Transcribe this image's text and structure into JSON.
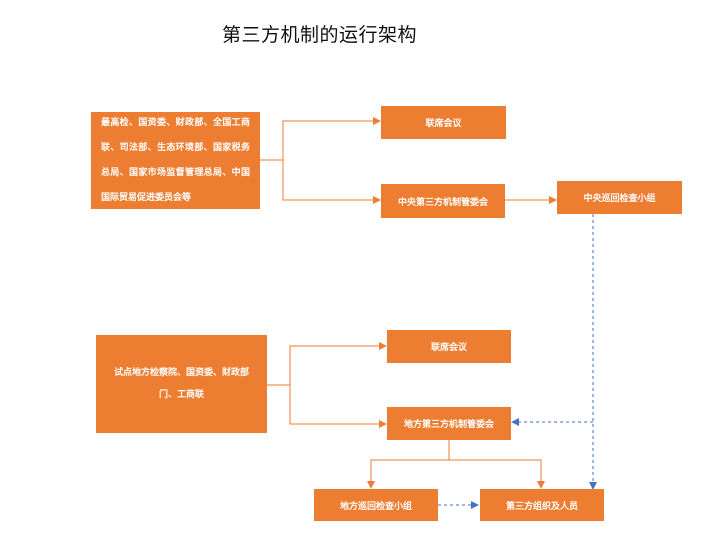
{
  "title": "第三方机制的运行架构",
  "colors": {
    "box_fill": "#ED7D31",
    "arrow_solid": "#ED7D31",
    "arrow_dashed": "#4472C4"
  },
  "central": {
    "source": "最高检、国资委、财政部、全国工商联、司法部、生态环境部、国家税务总局、国家市场监督管理总局、中国国际贸易促进委员会等",
    "joint_meeting": "联席会议",
    "committee": "中央第三方机制管委会",
    "inspection_group": "中央巡回检查小组"
  },
  "local": {
    "source": "试点地方检察院、国资委、财政部门、工商联",
    "joint_meeting": "联席会议",
    "committee": "地方第三方机制管委会",
    "inspection_group": "地方巡回检查小组",
    "third_party": "第三方组织及人员"
  }
}
